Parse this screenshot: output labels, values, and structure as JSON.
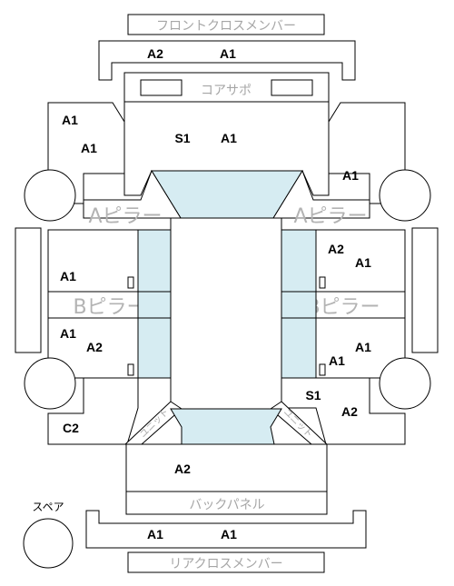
{
  "labels": {
    "front_cross_member": "フロントクロスメンバー",
    "core_support": "コアサポ",
    "a_pillar_left": "Aピラー",
    "a_pillar_right": "Aピラー",
    "b_pillar_left": "Bピラー",
    "b_pillar_right": "Bピラー",
    "back_panel": "バックパネル",
    "rear_cross_member": "リアクロスメンバー",
    "spare": "スペア",
    "unit_left": "ユニット",
    "unit_right": "ユニット"
  },
  "grades": {
    "front_cross_left": "A2",
    "front_cross_right": "A1",
    "front_left_1": "A1",
    "front_left_2": "A1",
    "hood_s": "S1",
    "hood_a": "A1",
    "front_right": "A1",
    "front_door_left": "A1",
    "front_door_right_1": "A2",
    "front_door_right_2": "A1",
    "rear_door_left_1": "A1",
    "rear_door_left_2": "A2",
    "rear_door_right_1": "A1",
    "rear_door_right_2": "A1",
    "rear_right_s": "S1",
    "rear_right_a": "A2",
    "rear_left": "C2",
    "trunk": "A2",
    "rear_cross_left": "A1",
    "rear_cross_right": "A1"
  },
  "colors": {
    "glass": "#d6ecf2",
    "line": "#000000",
    "label_gray": "#a6a6a6"
  }
}
